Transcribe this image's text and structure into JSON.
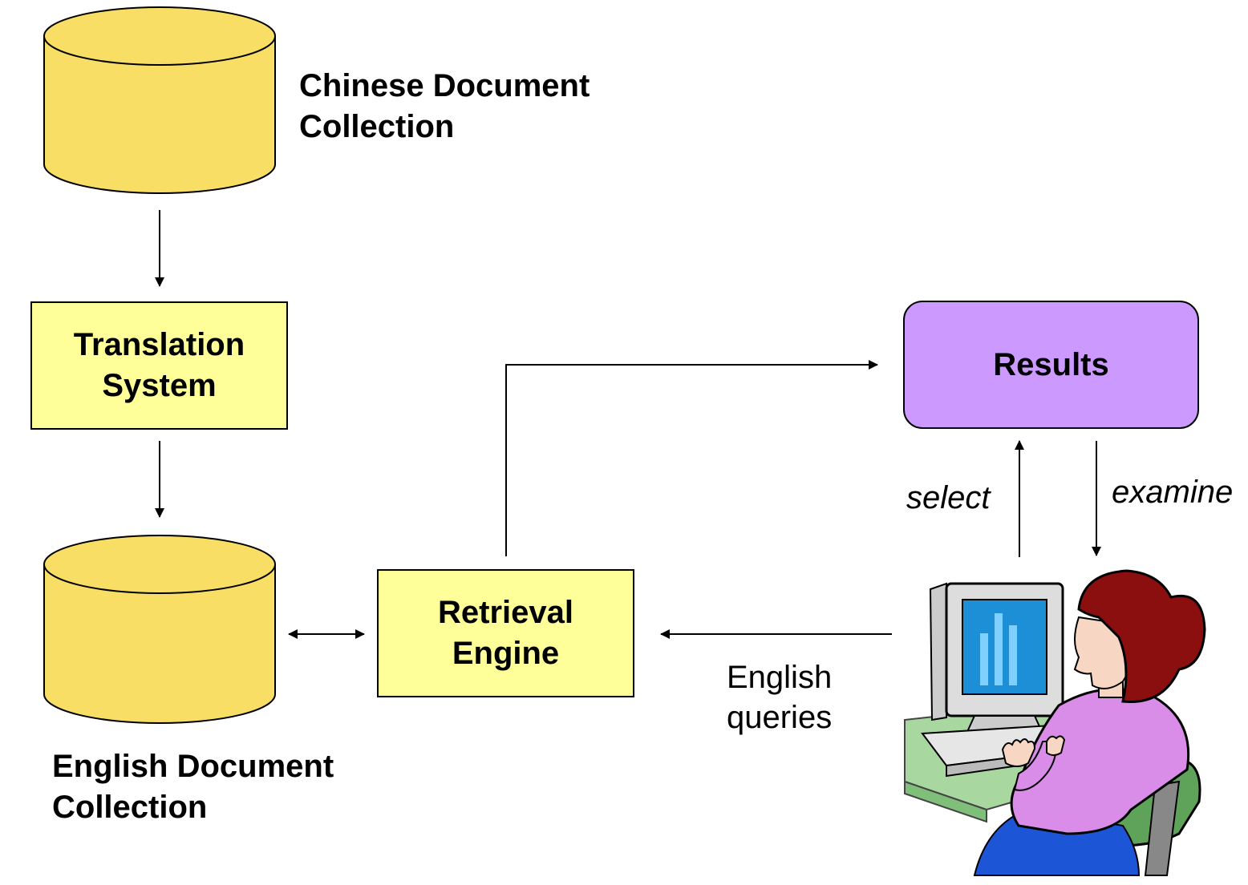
{
  "chinese_collection": {
    "line1": "Chinese Document",
    "line2": "Collection"
  },
  "translation_system": {
    "line1": "Translation",
    "line2": "System"
  },
  "english_collection": {
    "line1": "English Document",
    "line2": "Collection"
  },
  "retrieval_engine": {
    "line1": "Retrieval",
    "line2": "Engine"
  },
  "results": {
    "label": "Results"
  },
  "select_label": "select",
  "examine_label": "examine",
  "queries_label": {
    "line1": "English",
    "line2": "queries"
  },
  "colors": {
    "database": "#f8de65",
    "process_box": "#ffff99",
    "results_box": "#cc99ff"
  },
  "icons": [
    "database-cylinder-icon",
    "user-at-computer-icon"
  ]
}
